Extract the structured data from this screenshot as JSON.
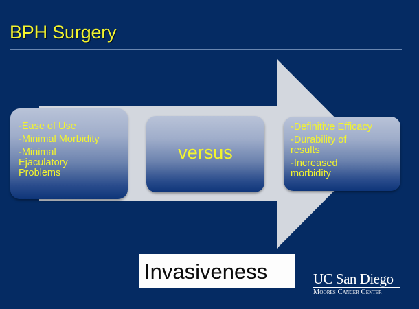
{
  "slide": {
    "title": "BPH Surgery",
    "colors": {
      "background": "#052b63",
      "title": "#f3f42e",
      "arrow": "#d3d7de",
      "box_text": "#f3f42e"
    },
    "left_box": {
      "items": [
        "-Ease of Use",
        "-Minimal Morbidity",
        "-Minimal Ejaculatory Problems"
      ]
    },
    "middle_box": {
      "label": "versus"
    },
    "right_box": {
      "items": [
        "-Definitive Efficacy",
        "-Durability of results",
        "-Increased morbidity"
      ]
    },
    "axis_label": "Invasiveness",
    "logo": {
      "main": "UC San Diego",
      "sub": "Moores Cancer Center"
    }
  }
}
